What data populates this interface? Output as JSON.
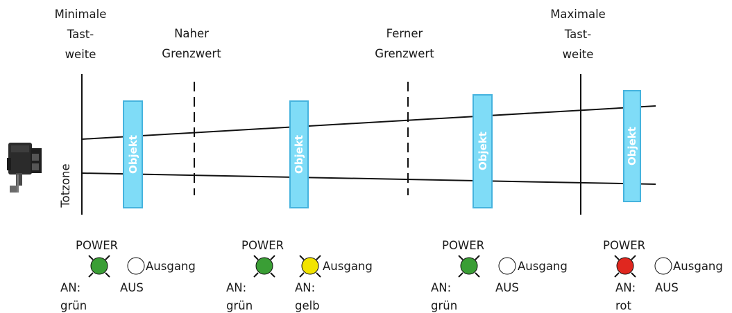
{
  "zones": {
    "min_range": [
      "Minimale",
      "Tast-",
      "weite"
    ],
    "near_limit": [
      "Naher",
      "Grenzwert"
    ],
    "far_limit": [
      "Ferner",
      "Grenzwert"
    ],
    "max_range": [
      "Maximale",
      "Tast-",
      "weite"
    ],
    "dead_zone": "Totzone"
  },
  "object_label": "Objekt",
  "colors": {
    "object_fill": "#7fdcf7",
    "object_stroke": "#45b3de",
    "led_green": "#3a9e35",
    "led_yellow": "#f2e400",
    "led_red": "#e0271f",
    "led_off": "#ffffff"
  },
  "indicators": [
    {
      "power_label": "POWER",
      "power_color": "green",
      "state_line1": "AN:",
      "state_line2": "grün",
      "output_label": "Ausgang",
      "output_state": "AUS",
      "output_on": false
    },
    {
      "power_label": "POWER",
      "power_color": "green",
      "state_line1": "AN:",
      "state_line2": "grün",
      "output_label": "Ausgang",
      "output_state_line1": "AN:",
      "output_state_line2": "gelb",
      "output_on": true
    },
    {
      "power_label": "POWER",
      "power_color": "green",
      "state_line1": "AN:",
      "state_line2": "grün",
      "output_label": "Ausgang",
      "output_state": "AUS",
      "output_on": false
    },
    {
      "power_label": "POWER",
      "power_color": "red",
      "state_line1": "AN:",
      "state_line2": "rot",
      "output_label": "Ausgang",
      "output_state": "AUS",
      "output_on": false
    }
  ]
}
